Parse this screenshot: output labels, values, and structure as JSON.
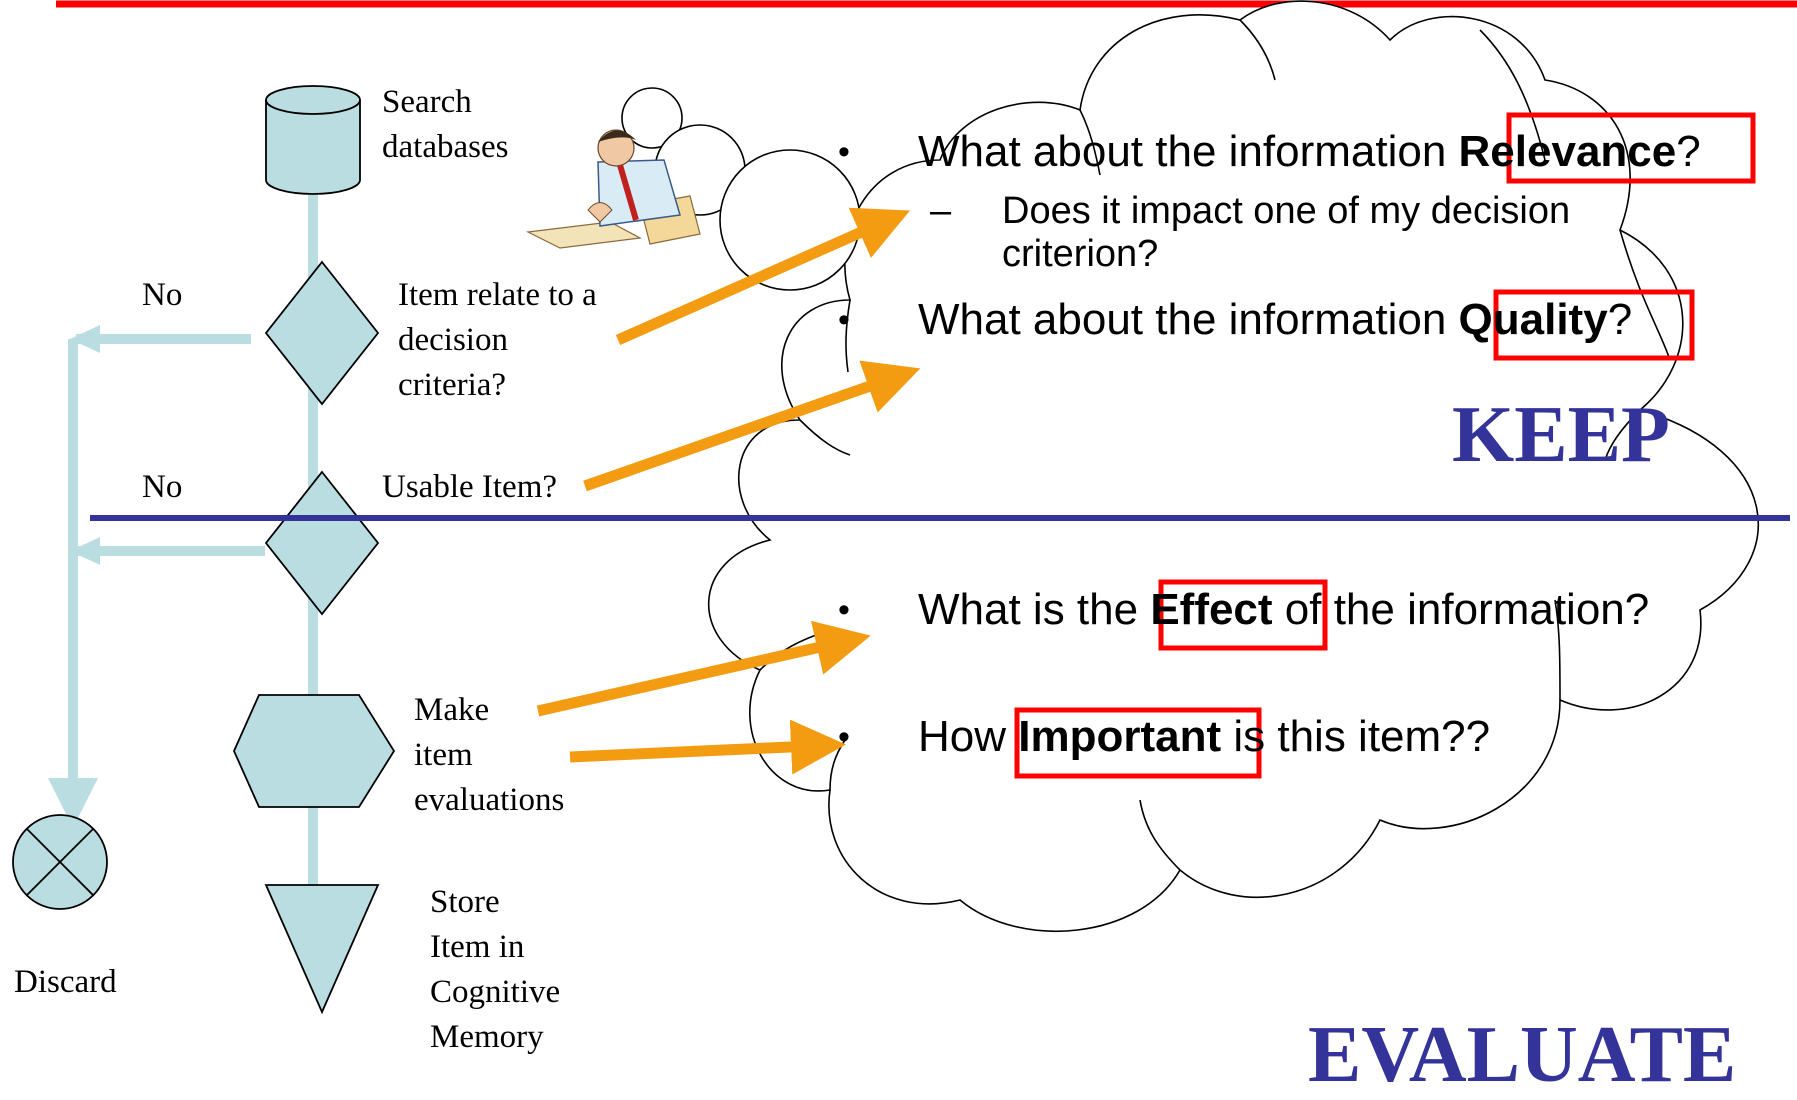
{
  "flow": {
    "search_label_1": "Search",
    "search_label_2": "databases",
    "relate_label_1": "Item relate to a",
    "relate_label_2": "decision",
    "relate_label_3": "criteria?",
    "usable_label": "Usable Item?",
    "no_label_1": "No",
    "no_label_2": "No",
    "eval_label_1": "Make",
    "eval_label_2": "item",
    "eval_label_3": "evaluations",
    "store_label_1": "Store",
    "store_label_2": "Item in",
    "store_label_3": "Cognitive",
    "store_label_4": "Memory",
    "discard_label": "Discard"
  },
  "cloud": {
    "bullet_char": "•",
    "dash_char": "–",
    "q1_pre": "What about the information ",
    "q1_key": "Relevance",
    "q1_post": "?",
    "q1_sub_1": "Does it impact one of my decision",
    "q1_sub_2": "criterion?",
    "q2_pre": "What about the information ",
    "q2_key": "Quality",
    "q2_post": "?",
    "keep": "KEEP",
    "q3_pre": "What is the ",
    "q3_key": "Effect",
    "q3_post": " of the information?",
    "q4_pre": "How ",
    "q4_key": "Important",
    "q4_post": " is this item??",
    "evaluate": "EVALUATE"
  },
  "colors": {
    "top_rule": "#ff0000",
    "divider": "#333399",
    "shape_fill": "#b9dde1",
    "flow_line": "#b9dde1",
    "arrow": "#f39c12",
    "highlight_box": "#ff0000",
    "title_text": "#33339a"
  },
  "icons": {
    "clipart": "businessman-reading-papers-icon",
    "discard": "circle-x-icon"
  }
}
